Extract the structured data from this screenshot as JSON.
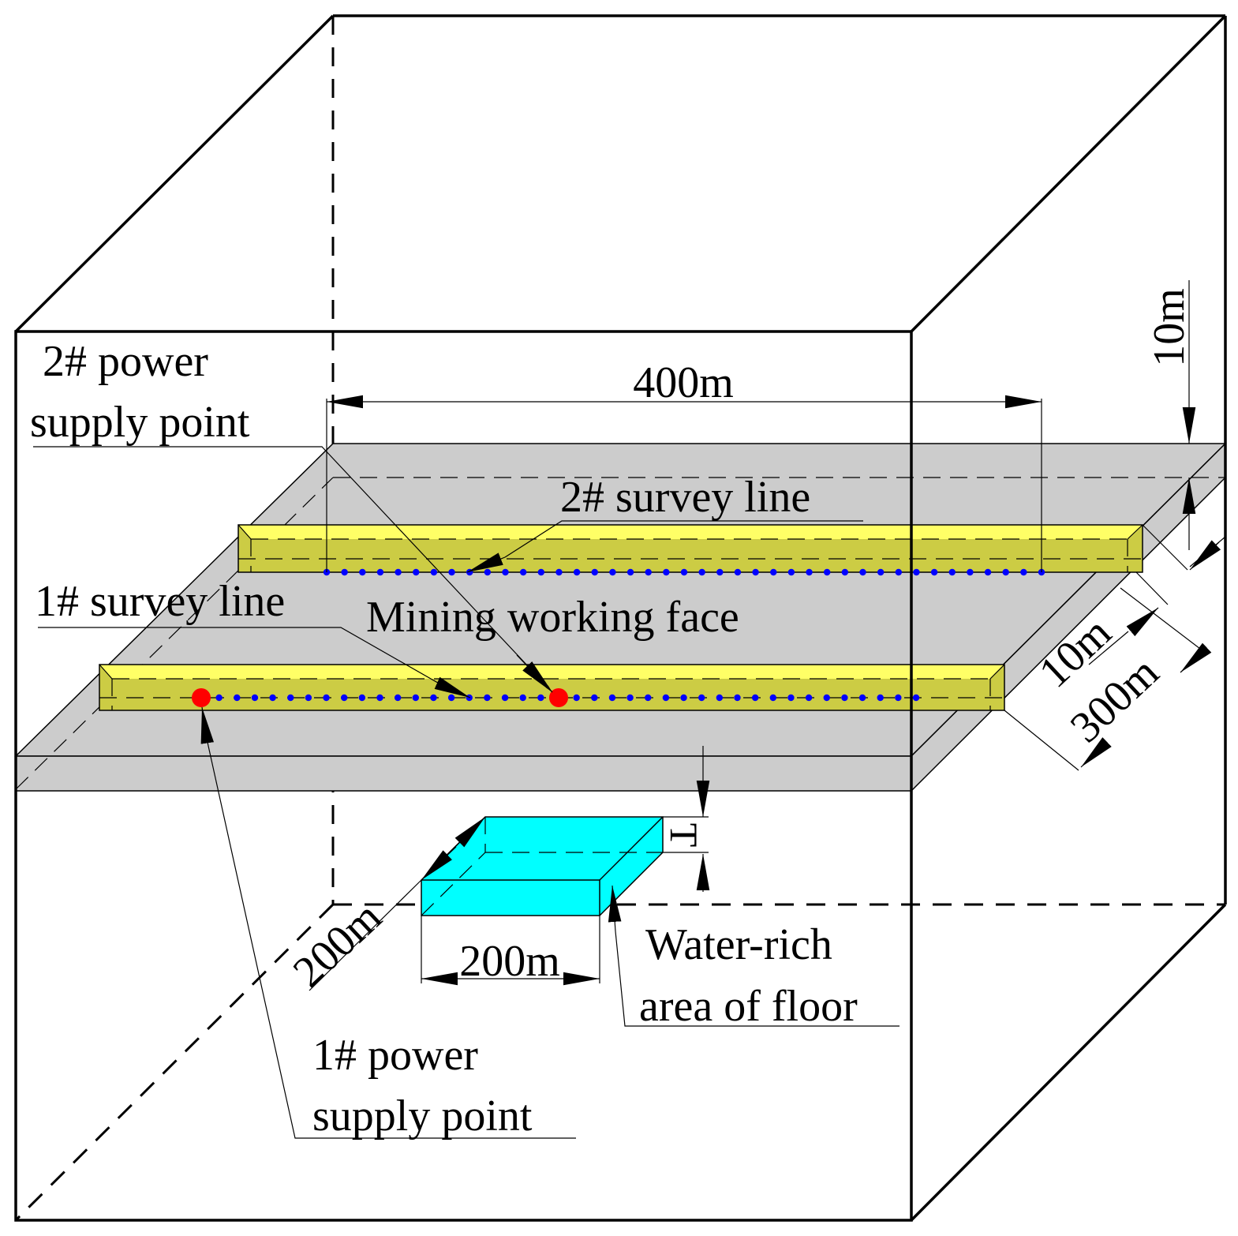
{
  "labels": {
    "power2_line1": "2# power",
    "power2_line2": "supply point",
    "power1_line1": "1# power",
    "power1_line2": "supply point",
    "survey2": "2# survey line",
    "survey1": "1# survey line",
    "mining_face": "Mining working face",
    "water_line1": "Water-rich",
    "water_line2": "area of floor"
  },
  "dimensions": {
    "length_400": "400m",
    "top_10": "10m",
    "side_10": "10m",
    "side_300": "300m",
    "water_width": "200m",
    "water_depth": "200m",
    "thickness": "T"
  },
  "colors": {
    "coal_seam": "#cccccc",
    "roadway_top": "#ffff66",
    "roadway_front": "#cccc44",
    "water_area": "#00ffff",
    "electrode": "#0000ff",
    "power_point": "#ff0000"
  }
}
